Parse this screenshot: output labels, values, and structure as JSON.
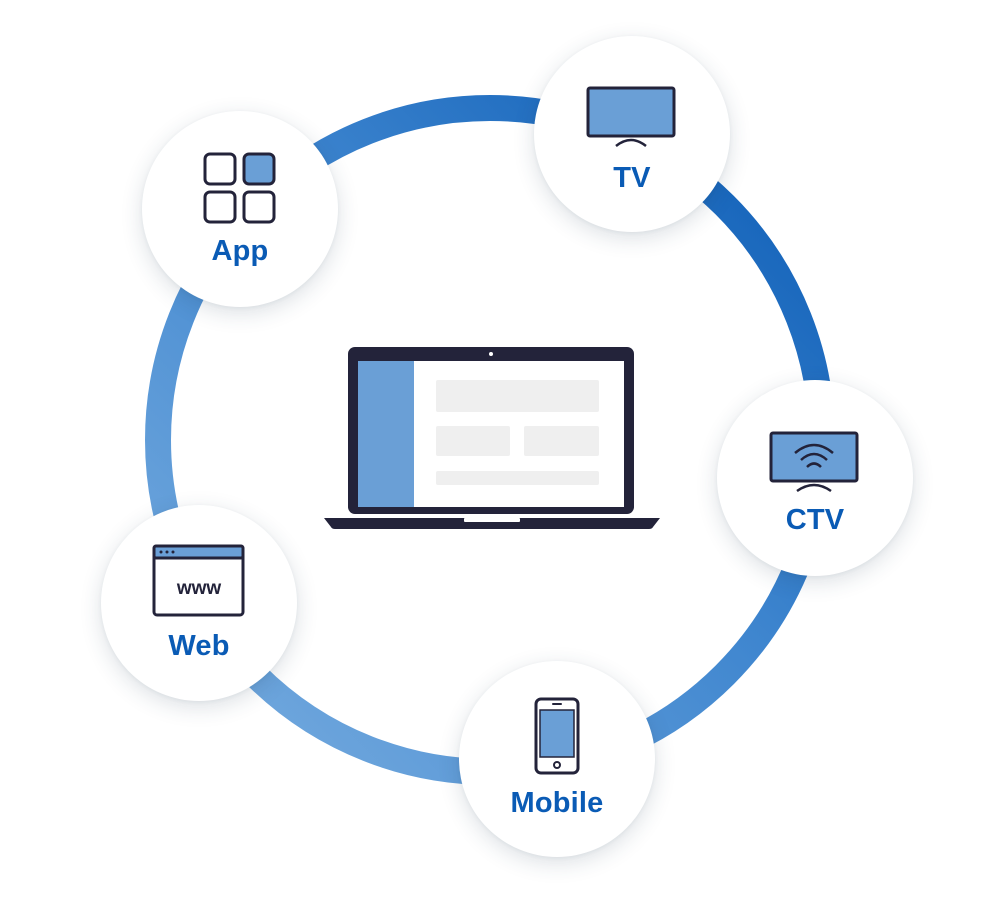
{
  "colors": {
    "accent": "#0a5bb5",
    "ring_light": "#6a9fd6",
    "ring_dark": "#0a5bb5",
    "icon_fill": "#6a9fd6",
    "laptop_frame": "#23233a",
    "placeholder": "#efefef",
    "label": "#0a5bb5"
  },
  "center": {
    "icon": "laptop-icon"
  },
  "nodes": {
    "tv": {
      "label": "TV",
      "icon": "tv-icon"
    },
    "app": {
      "label": "App",
      "icon": "app-grid-icon"
    },
    "ctv": {
      "label": "CTV",
      "icon": "connected-tv-icon"
    },
    "web": {
      "label": "Web",
      "icon": "browser-window-icon",
      "icon_text": "www"
    },
    "mobile": {
      "label": "Mobile",
      "icon": "mobile-phone-icon"
    }
  }
}
